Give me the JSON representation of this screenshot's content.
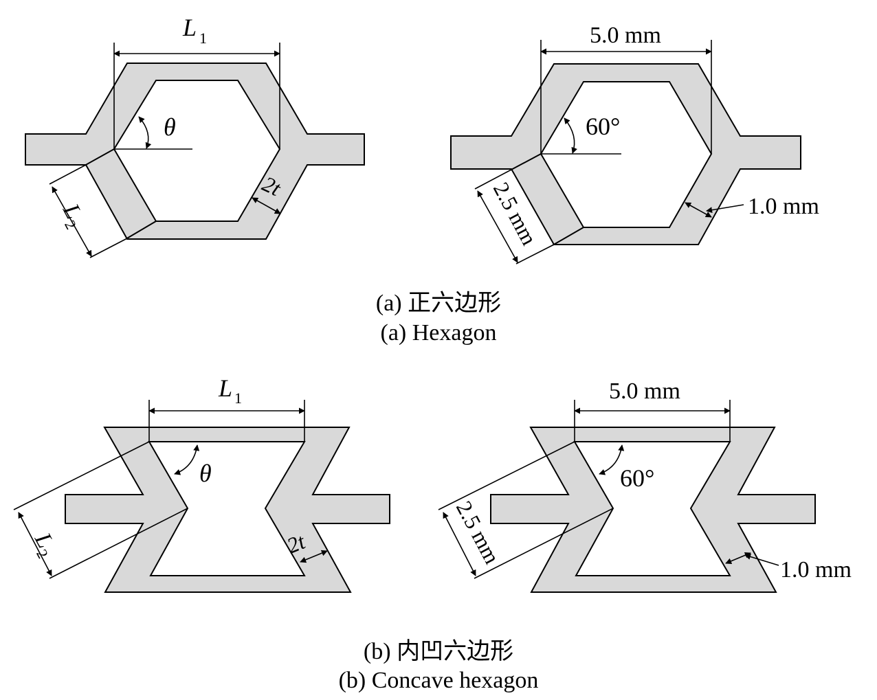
{
  "colors": {
    "fill": "#d9d9d9",
    "stroke": "#000000"
  },
  "panel_a": {
    "left": {
      "width_label": "L",
      "width_sub": "1",
      "angle_label": "θ",
      "length_label": "L",
      "length_sub": "2",
      "thickness_label": "2t"
    },
    "right": {
      "width_label": "5.0 mm",
      "angle_label": "60°",
      "length_label": "2.5 mm",
      "thickness_label": "1.0 mm"
    },
    "caption_cn": "(a) 正六边形",
    "caption_en": "(a) Hexagon"
  },
  "panel_b": {
    "left": {
      "width_label": "L",
      "width_sub": "1",
      "angle_label": "θ",
      "length_label": "L",
      "length_sub": "2",
      "thickness_label": "2t"
    },
    "right": {
      "width_label": "5.0 mm",
      "angle_label": "60°",
      "length_label": "2.5 mm",
      "thickness_label": "1.0 mm"
    },
    "caption_cn": "(b) 内凹六边形",
    "caption_en": "(b) Concave hexagon"
  }
}
